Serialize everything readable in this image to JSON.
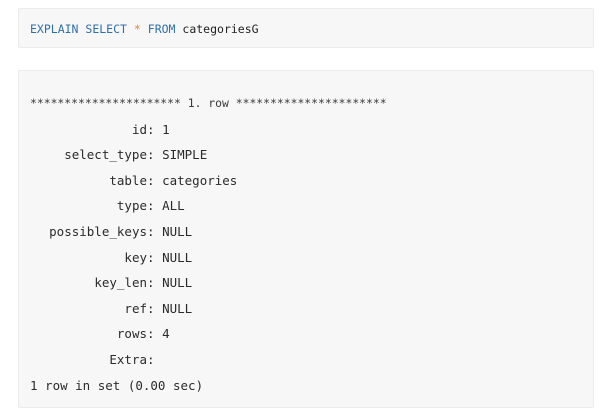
{
  "query": {
    "keyword_explain": "EXPLAIN",
    "keyword_select": "SELECT",
    "star": "*",
    "keyword_from": "FROM",
    "table": "categoriesG"
  },
  "result": {
    "row_header": "********************** 1. row **********************",
    "rows": [
      {
        "field": "id",
        "value": "1"
      },
      {
        "field": "select_type",
        "value": "SIMPLE"
      },
      {
        "field": "table",
        "value": "categories"
      },
      {
        "field": "type",
        "value": "ALL"
      },
      {
        "field": "possible_keys",
        "value": "NULL"
      },
      {
        "field": "key",
        "value": "NULL"
      },
      {
        "field": "key_len",
        "value": "NULL"
      },
      {
        "field": "ref",
        "value": "NULL"
      },
      {
        "field": "rows",
        "value": "4"
      },
      {
        "field": "Extra",
        "value": ""
      }
    ],
    "footer": "1 row in set (0.00 sec)"
  },
  "colors": {
    "keyword": "#2f6fa8",
    "operator": "#d98a2e",
    "block_background": "#f7f7f8"
  }
}
